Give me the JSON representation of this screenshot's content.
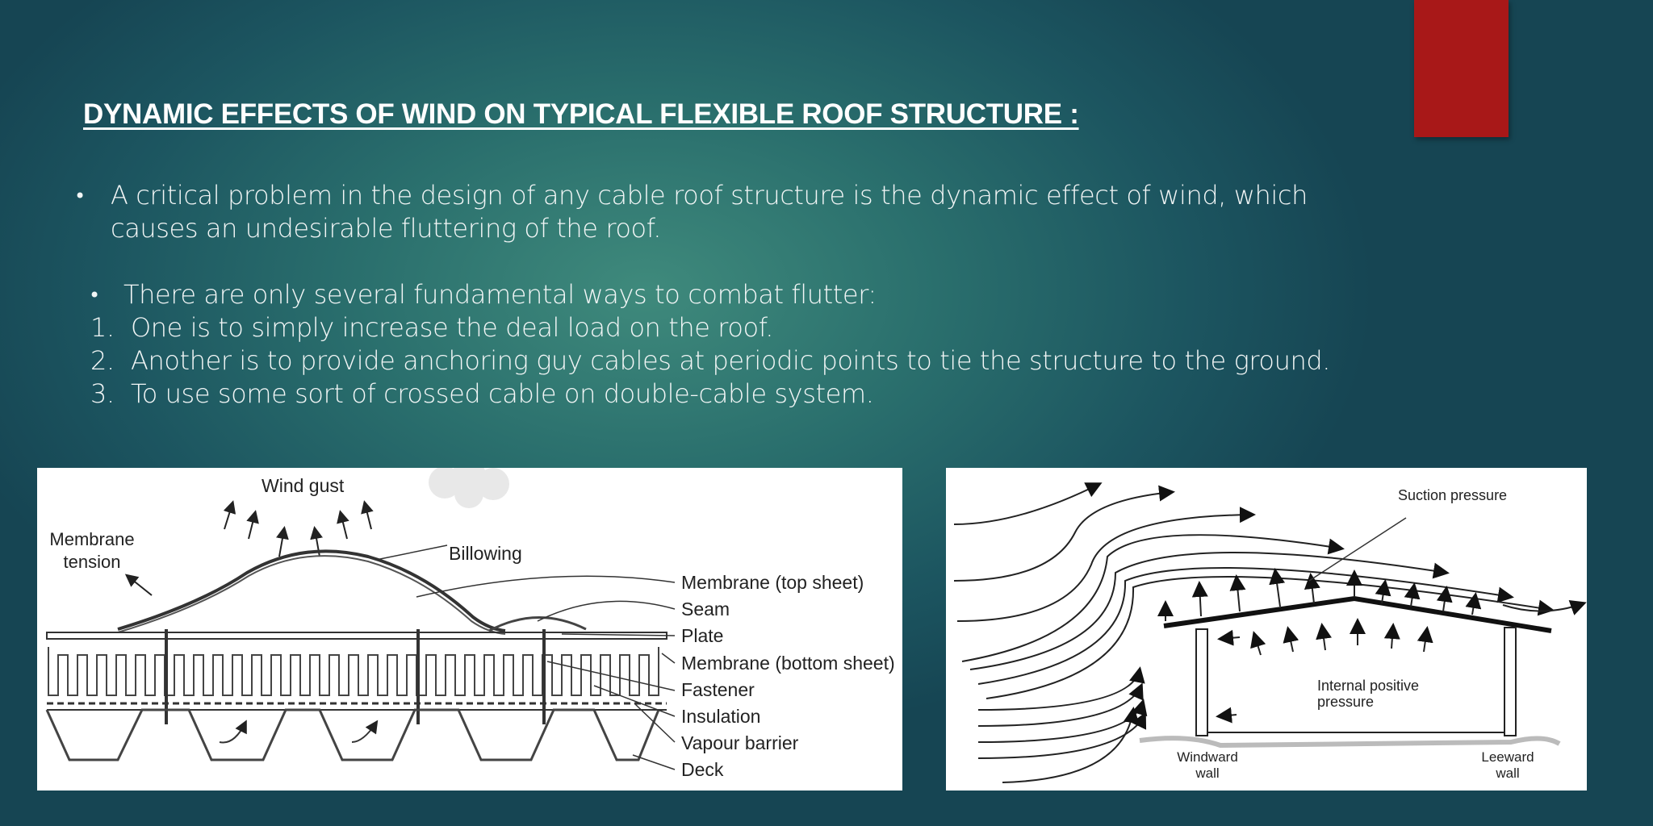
{
  "colors": {
    "accent": "#a81818",
    "background": "#2a6f6d"
  },
  "title": "DYNAMIC EFFECTS OF WIND ON TYPICAL FLEXIBLE ROOF STRUCTURE :",
  "bullet1": {
    "line1": "A critical problem in the design of any cable roof structure is the dynamic effect of wind, which",
    "line2": "causes an undesirable fluttering of the roof."
  },
  "bullet2": "There are only several fundamental ways to combat flutter:",
  "list": [
    {
      "num": "1.",
      "text": "One is to simply increase the deal load on the roof."
    },
    {
      "num": "2.",
      "text": "Another is to provide anchoring guy cables at periodic points to tie the structure to the ground."
    },
    {
      "num": "3.",
      "text": "To use some sort of crossed cable on double-cable system."
    }
  ],
  "figure1": {
    "labels": {
      "wind_gust": "Wind gust",
      "membrane_tension_1": "Membrane",
      "membrane_tension_2": "tension",
      "billowing": "Billowing",
      "membrane_top": "Membrane (top sheet)",
      "seam": "Seam",
      "plate": "Plate",
      "membrane_bottom": "Membrane (bottom sheet)",
      "fastener": "Fastener",
      "insulation": "Insulation",
      "vapour_barrier": "Vapour barrier",
      "deck": "Deck"
    }
  },
  "figure2": {
    "labels": {
      "suction": "Suction pressure",
      "internal_1": "Internal positive",
      "internal_2": "pressure",
      "windward_1": "Windward",
      "windward_2": "wall",
      "leeward_1": "Leeward",
      "leeward_2": "wall"
    }
  }
}
